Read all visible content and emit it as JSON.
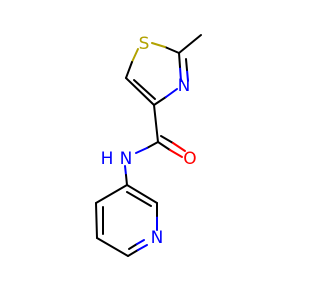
{
  "molecule": {
    "colors": {
      "bond": "#000000",
      "sulfur": "#b2a200",
      "nitrogen": "#0000ff",
      "oxygen": "#ff0000",
      "background": "#ffffff"
    },
    "atoms": {
      "sulfur": "S",
      "thiazole_nitrogen": "N",
      "amide_nitrogen": "N",
      "amide_hydrogen": "H",
      "carbonyl_oxygen": "O",
      "pyridine_nitrogen": "N"
    }
  }
}
